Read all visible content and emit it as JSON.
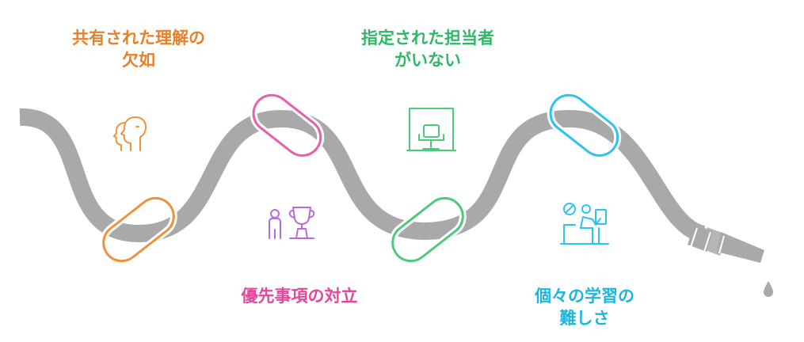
{
  "colors": {
    "hose": "#a9a9a9",
    "orange": "#f0913a",
    "pink": "#e85dad",
    "green": "#4cc97a",
    "blue": "#2cc4ec",
    "purple": "#b66ce0",
    "text_orange": "#e8802a",
    "text_pink": "#e0489c",
    "text_green": "#2fb865",
    "text_blue": "#1bb6e0"
  },
  "problems": [
    {
      "line1": "共有された理解の",
      "line2": "欠如",
      "icon": "two-heads-icon"
    },
    {
      "line1": "指定された担当者",
      "line2": "がいない",
      "icon": "empty-chair-icon"
    },
    {
      "line1": "優先事項の対立",
      "line2": "",
      "icon": "person-trophy-icon"
    },
    {
      "line1": "個々の学習の",
      "line2": "難しさ",
      "icon": "student-desk-icon"
    }
  ]
}
